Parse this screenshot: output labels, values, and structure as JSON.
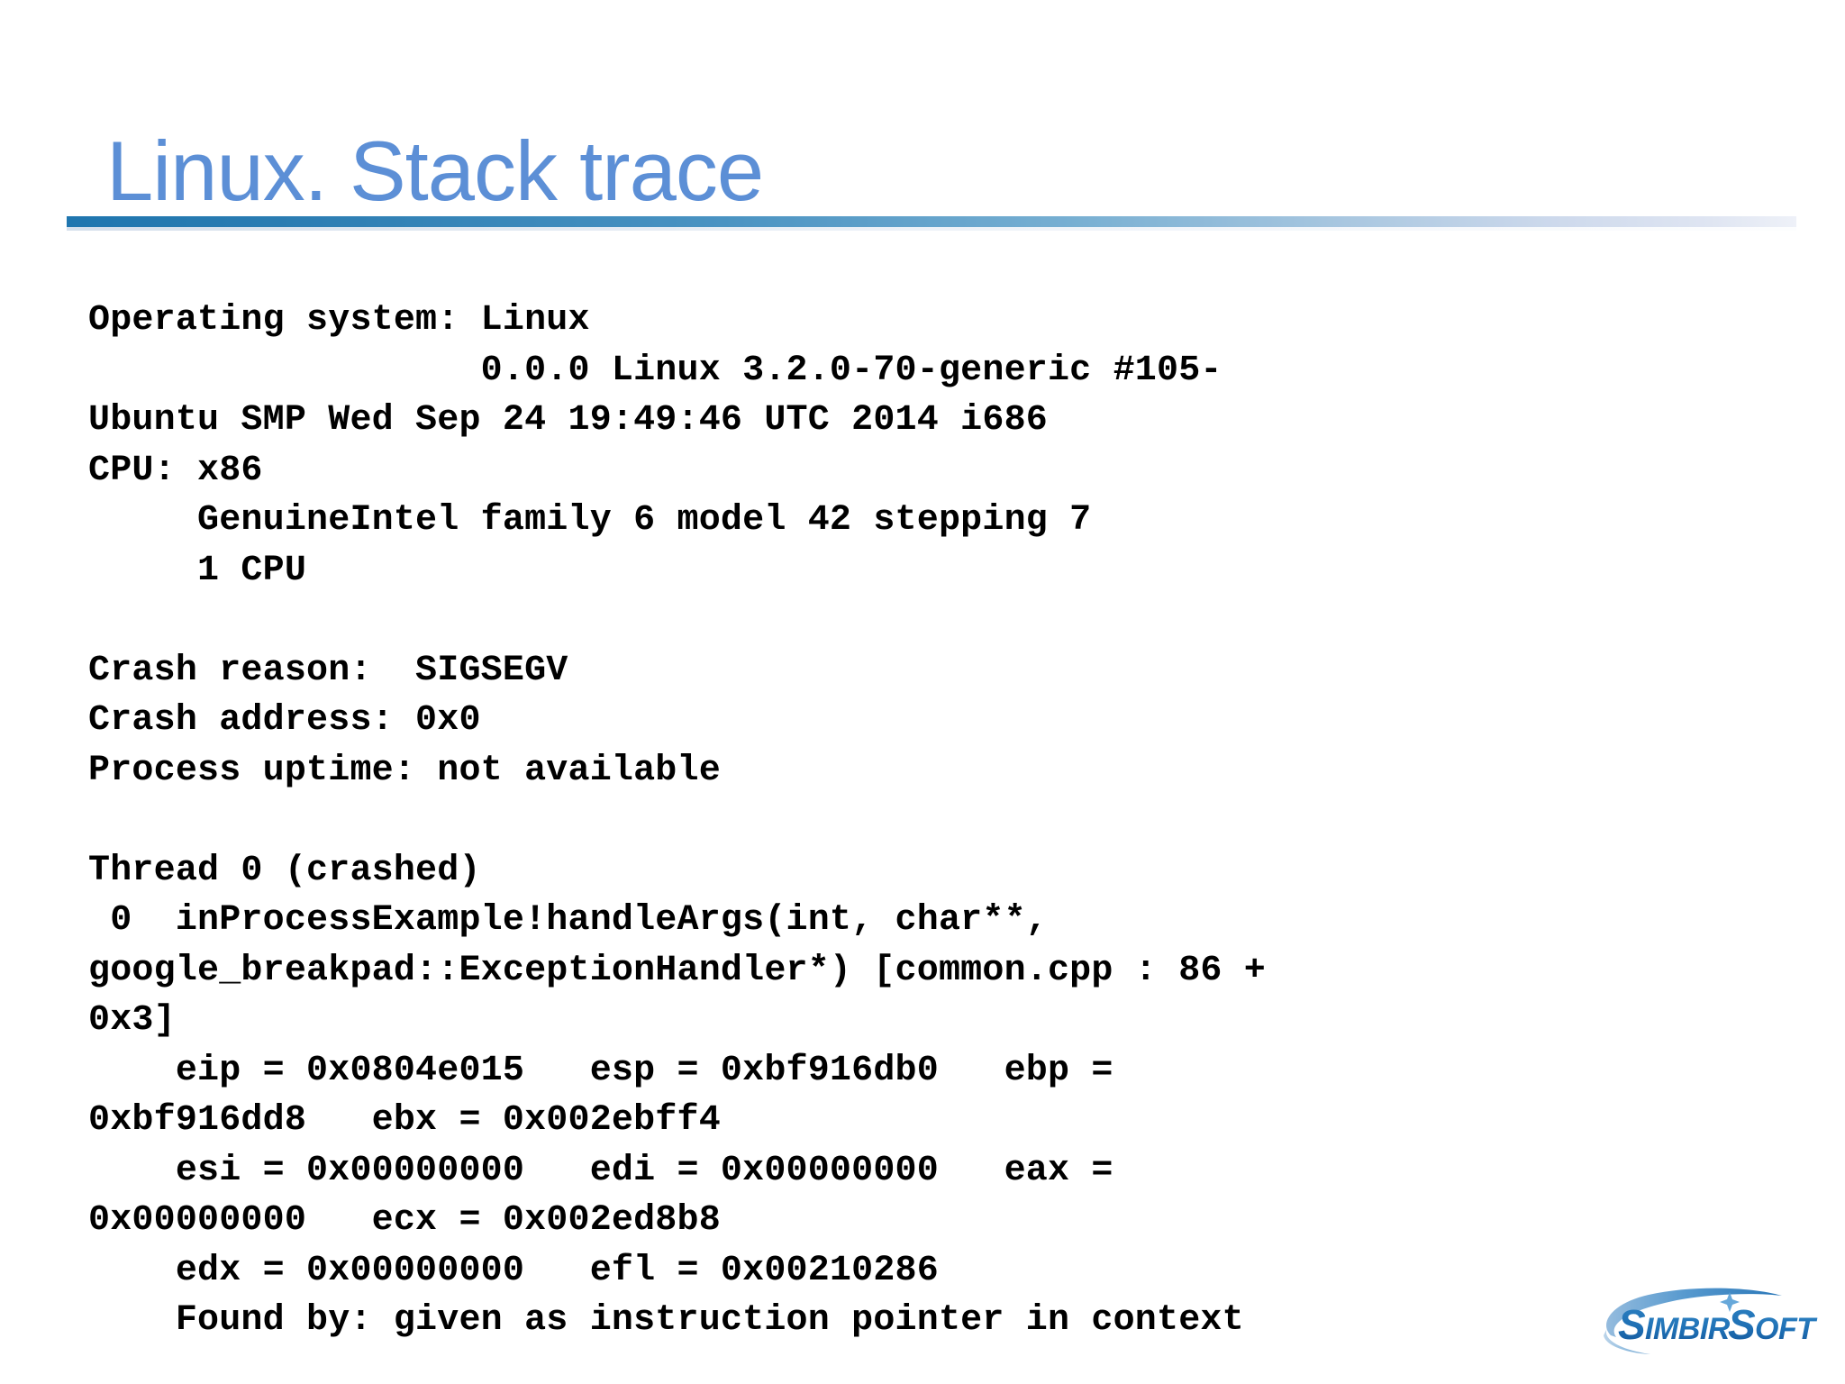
{
  "slide": {
    "title": "Linux. Stack trace",
    "title_color": "#5C8FD6",
    "rule_color_left": "#1F76AF",
    "rule_color_right": "#EEF1F8",
    "background": "#FFFFFF"
  },
  "dump": {
    "label": "crash-dump-text",
    "lines": [
      "Operating system: Linux",
      "                  0.0.0 Linux 3.2.0-70-generic #105-",
      "Ubuntu SMP Wed Sep 24 19:49:46 UTC 2014 i686",
      "CPU: x86",
      "     GenuineIntel family 6 model 42 stepping 7",
      "     1 CPU",
      "",
      "Crash reason:  SIGSEGV",
      "Crash address: 0x0",
      "Process uptime: not available",
      "",
      "Thread 0 (crashed)",
      " 0  inProcessExample!handleArgs(int, char**,",
      "google_breakpad::ExceptionHandler*) [common.cpp : 86 +",
      "0x3]",
      "    eip = 0x0804e015   esp = 0xbf916db0   ebp =",
      "0xbf916dd8   ebx = 0x002ebff4",
      "    esi = 0x00000000   edi = 0x00000000   eax =",
      "0x00000000   ecx = 0x002ed8b8",
      "    edx = 0x00000000   efl = 0x00210286",
      "    Found by: given as instruction pointer in context"
    ],
    "fields": {
      "operating_system": "Linux",
      "os_version": "0.0.0 Linux 3.2.0-70-generic #105-Ubuntu SMP Wed Sep 24 19:49:46 UTC 2014 i686",
      "cpu": "x86",
      "cpu_detail": "GenuineIntel family 6 model 42 stepping 7",
      "cpu_count": "1 CPU",
      "crash_reason": "SIGSEGV",
      "crash_address": "0x0",
      "process_uptime": "not available",
      "thread": "Thread 0 (crashed)",
      "frame_index": "0",
      "frame_function": "inProcessExample!handleArgs(int, char**, google_breakpad::ExceptionHandler*)",
      "frame_source": "[common.cpp : 86 + 0x3]",
      "registers": {
        "eip": "0x0804e015",
        "esp": "0xbf916db0",
        "ebp": "0xbf916dd8",
        "ebx": "0x002ebff4",
        "esi": "0x00000000",
        "edi": "0x00000000",
        "eax": "0x00000000",
        "ecx": "0x002ed8b8",
        "edx": "0x00000000",
        "efl": "0x00210286"
      },
      "found_by": "given as instruction pointer in context"
    }
  },
  "logo": {
    "name": "simbirsoft-logo",
    "text_s1": "S",
    "text_imbir": "IMBIR",
    "text_s2": "S",
    "text_oft": "OFT",
    "full_text": "SIMBIRSOFT",
    "color": "#1E6FB4",
    "color_light": "#4E96CE"
  }
}
